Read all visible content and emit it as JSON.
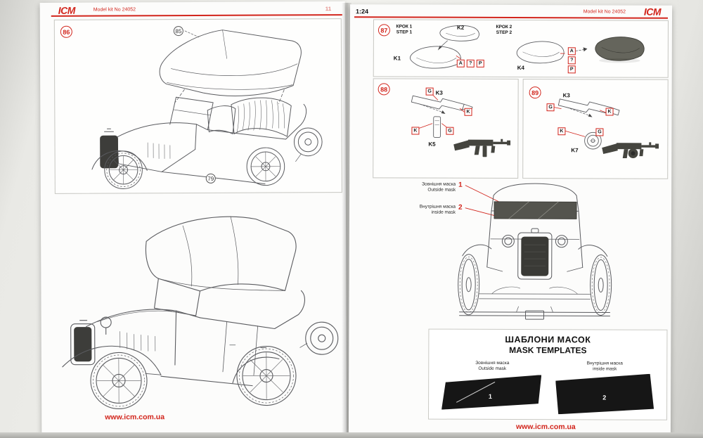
{
  "colors": {
    "accent_red": "#d2251c",
    "drawing_line": "#5a5b5f",
    "painted_part": "#65655c",
    "mask_black": "#161616"
  },
  "left_page": {
    "header": {
      "logo": "ICM",
      "kit_no": "Model kit No 24052",
      "page_hint": "11"
    },
    "step": {
      "number": "86",
      "callout_roof": "85",
      "callout_body": "79"
    },
    "footer_url": "www.icm.com.ua"
  },
  "right_page": {
    "header": {
      "scale": "1:24",
      "kit_no": "Model kit No 24052",
      "logo": "ICM"
    },
    "step87": {
      "number": "87",
      "krok1_ua": "КРОК 1",
      "krok1_en": "STEP 1",
      "krok2_ua": "КРОК 2",
      "krok2_en": "STEP 2",
      "part_k1": "K1",
      "part_k2": "K2",
      "part_k4": "K4",
      "paint_row": [
        "A",
        "?",
        "P"
      ],
      "paint_col": [
        "A",
        "?",
        "P"
      ]
    },
    "step88": {
      "number": "88",
      "part_k3": "K3",
      "part_k5": "K5",
      "paint": [
        "G",
        "K",
        "K",
        "G"
      ]
    },
    "step89": {
      "number": "89",
      "part_k3": "K3",
      "part_k7": "K7",
      "paint": [
        "G",
        "K",
        "K",
        "G"
      ]
    },
    "mask_diagram": {
      "outside_ua": "Зовнішня маска",
      "outside_en": "Outside mask",
      "outside_num": "1",
      "inside_ua": "Внутрішня маска",
      "inside_en": "inside mask",
      "inside_num": "2"
    },
    "templates": {
      "title_ua": "ШАБЛОНИ МАСОК",
      "title_en": "MASK TEMPLATES",
      "outside_ua": "Зовнішня маска",
      "outside_en": "Outside mask",
      "outside_num": "1",
      "inside_ua": "Внутрішня маска",
      "inside_en": "inside mask",
      "inside_num": "2"
    },
    "footer_url": "www.icm.com.ua"
  }
}
